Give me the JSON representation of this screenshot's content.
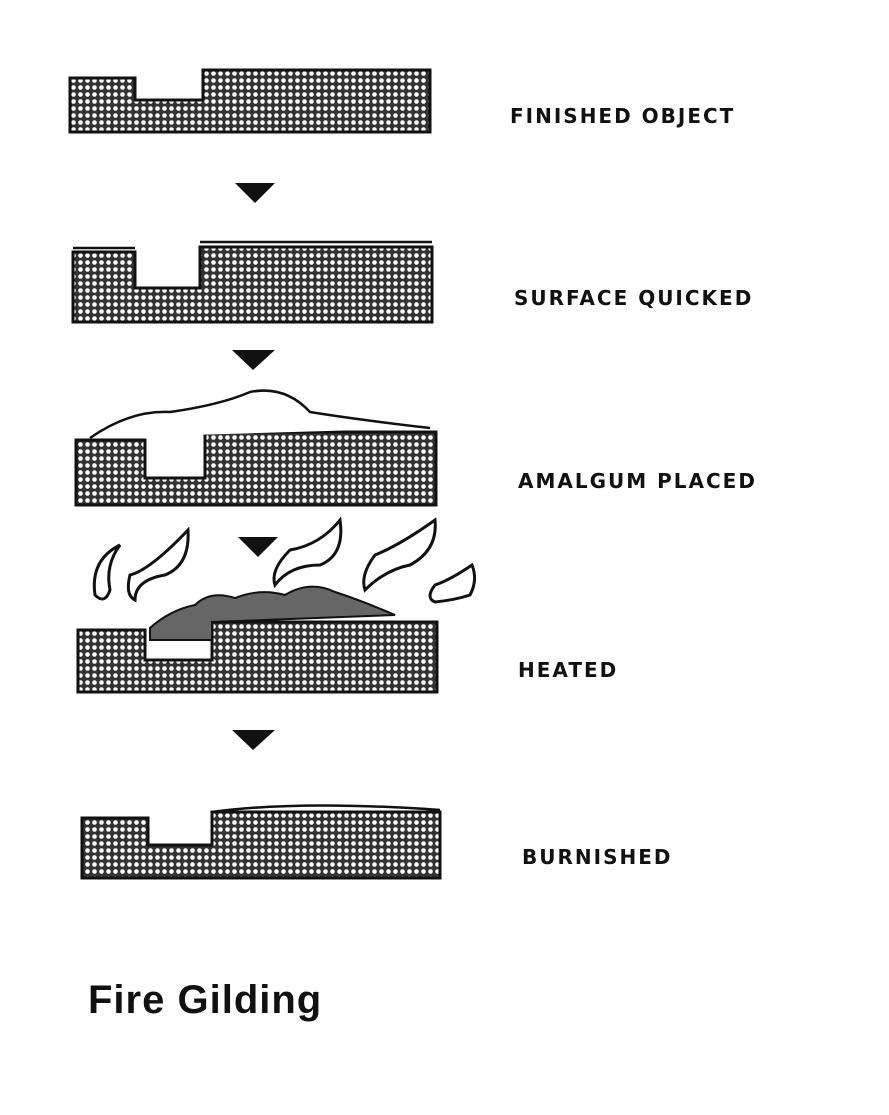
{
  "title": "Fire Gilding",
  "steps": [
    {
      "label": "FINISHED OBJECT"
    },
    {
      "label": "SURFACE QUICKED"
    },
    {
      "label": "AMALGUM PLACED"
    },
    {
      "label": "HEATED"
    },
    {
      "label": "BURNISHED"
    }
  ],
  "colors": {
    "ink": "#111111",
    "background": "#ffffff"
  }
}
